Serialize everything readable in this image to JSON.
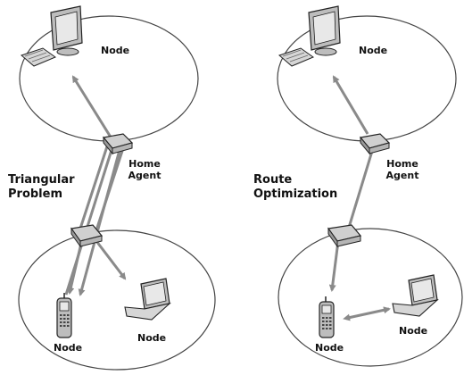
{
  "left_panel": {
    "title_line1": "Triangular",
    "title_line2": "Problem",
    "top_node_label": "Node",
    "home_agent_line1": "Home",
    "home_agent_line2": "Agent",
    "phone_node_label": "Node",
    "laptop_node_label": "Node"
  },
  "right_panel": {
    "title_line1": "Route",
    "title_line2": "Optimization",
    "top_node_label": "Node",
    "home_agent_line1": "Home",
    "home_agent_line2": "Agent",
    "phone_node_label": "Node",
    "laptop_node_label": "Node"
  },
  "colors": {
    "arrow": "#8a8a8a",
    "ellipse": "#444444",
    "device": "#bdbdbd",
    "screen": "#e8e8e8"
  }
}
